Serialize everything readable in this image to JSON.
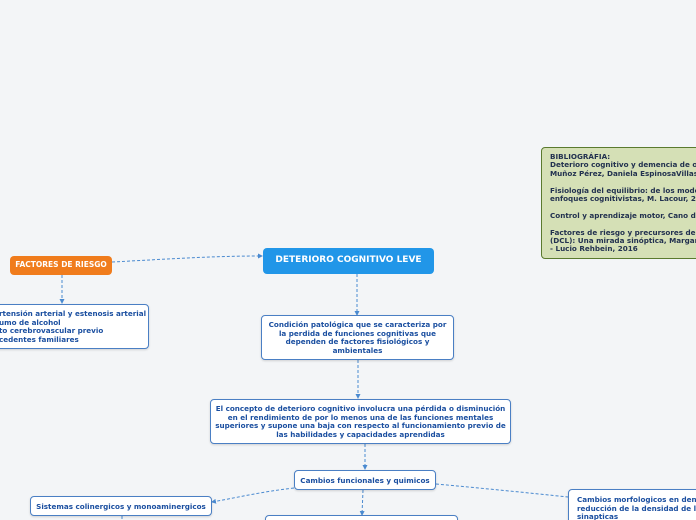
{
  "nodes": {
    "root": "DETERIORO COGNITIVO LEVE",
    "risk": "FACTORES DE RIESGO",
    "risk_list": "rtensión arterial y estenosis arterial\numo de alcohol\nto cerebrovascular previo\ncedentes familiares",
    "condition": "Condición patológica que se caracteriza por\nla perdida de funciones cognitivas que\ndependen de factores fisiológicos y\nambientales",
    "concept": "El concepto de deterioro cognitivo involucra una pérdida o disminución\nen el rendimiento de por lo menos una de las funciones mentales\nsuperiores y supone una baja con respecto al funcionamiento previo de\nlas habilidades y capacidades aprendidas",
    "functional": "Cambios funcionales y quimicos",
    "cholinergic": "Sistemas colinergicos y monoaminergicos",
    "morphological": "Cambios morfologicos en dend\nreducción de la densidad de la\nsinapticas",
    "bibliography": "BIBLIOGRÁFIA:\nDeterioro cognitivo y demencia de ori\nMuñoz Pérez, Daniela EspinosaVillase\n\nFisiología del equilibrio: de los model\nenfoques cognitivistas, M. Lacour, 20\n\nControl y aprendizaje motor, Cano de\n\nFactores de riesgo y precursores del\n(DCL): Una mirada sinóptica, Margari\n - Lucio Rehbein, 2016"
  },
  "colors": {
    "root_fill": "#2196e8",
    "risk_fill": "#f07c1c",
    "node_border": "#4a7fc4",
    "node_text": "#1b4fa0",
    "biblio_fill": "#d5e0b6",
    "biblio_border": "#5a7a2e",
    "connector": "#4a8ad0"
  }
}
